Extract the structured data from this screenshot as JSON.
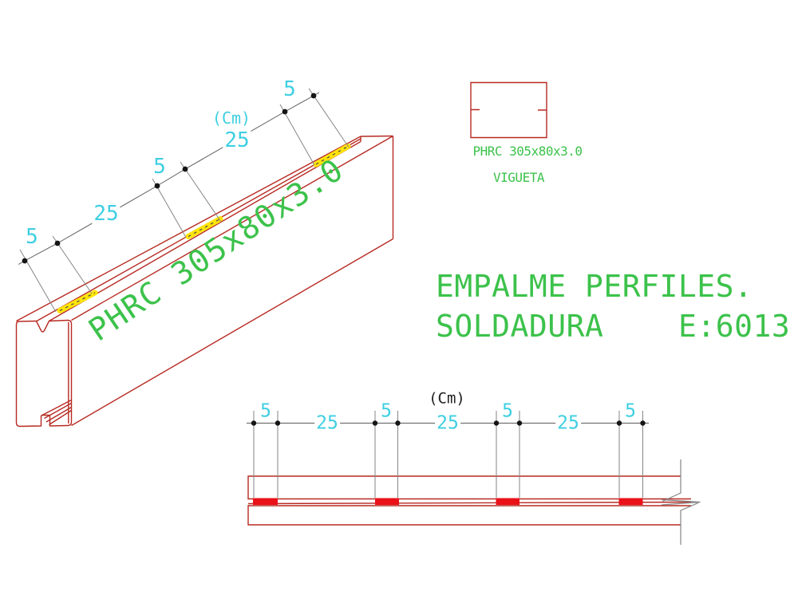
{
  "drawing": {
    "title_block": {
      "line1": "EMPALME PERFILES.",
      "line2_word": "SOLDADURA",
      "line2_spec": "E:6013"
    },
    "iso_view": {
      "profile_text": "PHRC 305x80x3.0",
      "unit_label": "(Cm)",
      "dim_labels": [
        "5",
        "25",
        "5",
        "25",
        "5"
      ]
    },
    "section_detail": {
      "profile_label": "PHRC 305x80x3.0",
      "name_label": "VIGUETA"
    },
    "elevation_view": {
      "unit_label": "(Cm)",
      "dim_labels": [
        "5",
        "25",
        "5",
        "25",
        "5",
        "25",
        "5"
      ]
    },
    "colors": {
      "line_red": "#b72a22",
      "weld_fill_red": "#ea1119",
      "weld_yellow": "#ffe40a",
      "dim_cyan": "#3ecfe2",
      "text_green": "#3cc24b",
      "ext_gray": "#858585",
      "dim_gray": "#5a5a5a",
      "dot_black": "#151515"
    }
  }
}
